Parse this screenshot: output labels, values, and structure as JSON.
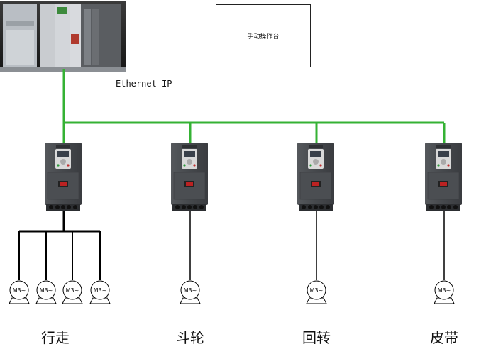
{
  "network": {
    "label": "Ethernet IP"
  },
  "console": {
    "label": "手动操作台"
  },
  "motor_label": "M3~",
  "drives": [
    {
      "label": "行走",
      "motors": 4
    },
    {
      "label": "斗轮",
      "motors": 1
    },
    {
      "label": "回转",
      "motors": 1
    },
    {
      "label": "皮带",
      "motors": 1
    }
  ],
  "colors": {
    "network_line": "#35b234",
    "wire": "#000000",
    "drive_body": "#45484c"
  }
}
